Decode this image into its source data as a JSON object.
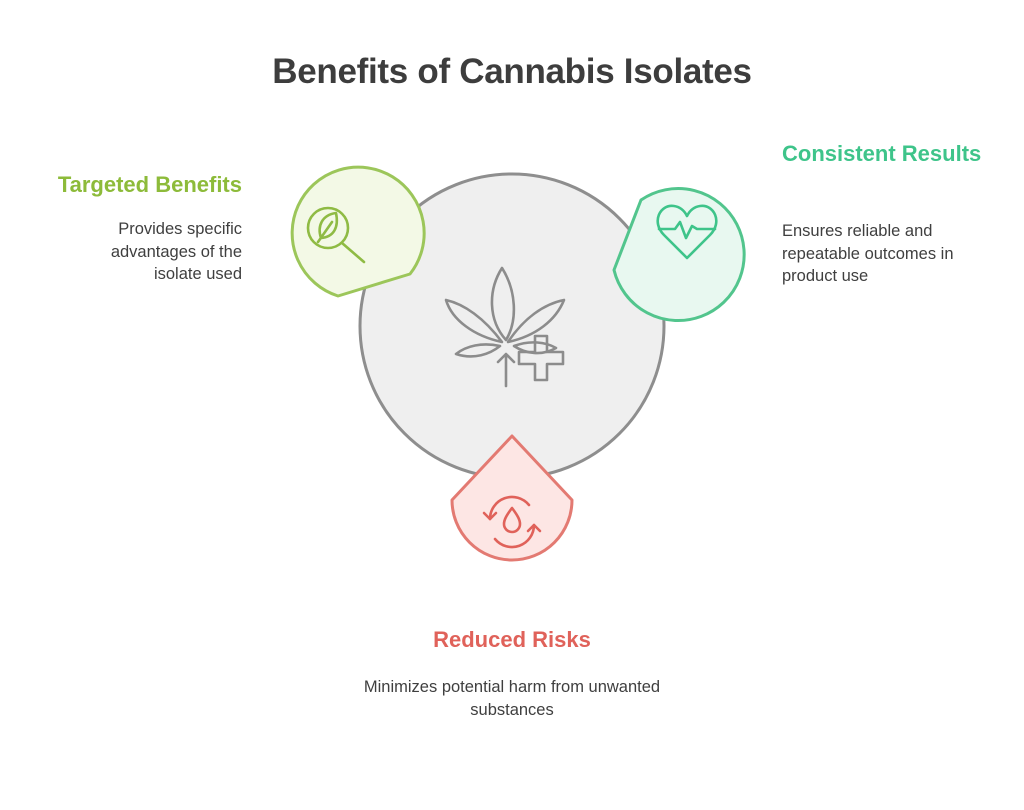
{
  "title": "Benefits of Cannabis Isolates",
  "center": {
    "icon": "cannabis-leaf-medical-cross-icon"
  },
  "benefits": [
    {
      "heading": "Targeted Benefits",
      "description": "Provides specific advantages of the isolate used",
      "icon": "leaf-magnifier-icon",
      "color": "#8dbb3a",
      "fill": "#f3f9e6"
    },
    {
      "heading": "Consistent Results",
      "description": "Ensures reliable and repeatable outcomes in product use",
      "icon": "heart-pulse-icon",
      "color": "#3ec48a",
      "fill": "#e8f8f0"
    },
    {
      "heading": "Reduced Risks",
      "description": "Minimizes potential harm from unwanted substances",
      "icon": "drop-cycle-icon",
      "color": "#e0625a",
      "fill": "#fde6e4"
    }
  ]
}
